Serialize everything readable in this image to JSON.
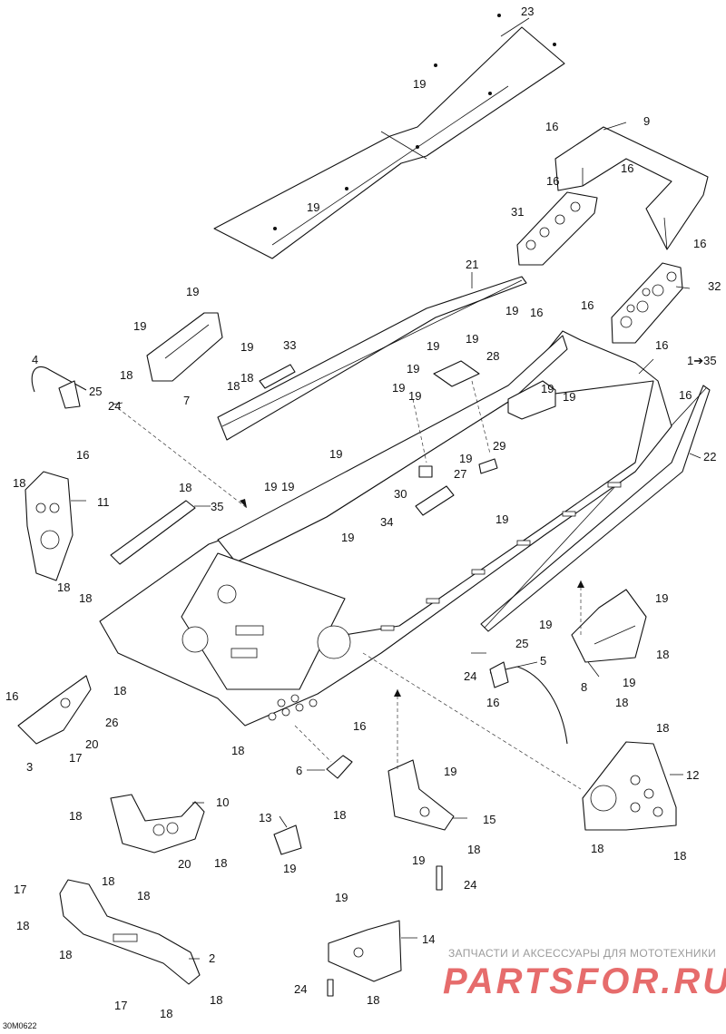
{
  "diagram": {
    "drawing_code": "30M0622",
    "callouts": {
      "c23": "23",
      "c19a": "19",
      "c19b": "19",
      "c9": "9",
      "c16a": "16",
      "c16b": "16",
      "c16c": "16",
      "c16d": "16",
      "c31": "31",
      "c32": "32",
      "c21": "21",
      "c16e": "16",
      "c16f": "16",
      "c19c": "19",
      "c19d": "19",
      "c18a": "18",
      "c18b": "18",
      "c7": "7",
      "c19e": "19",
      "c18c": "18",
      "c33": "33",
      "c19f": "19",
      "c19g": "19",
      "c28": "28",
      "c19h": "19",
      "c1to35": "1➔35",
      "c16g": "16",
      "c4": "4",
      "c25a": "25",
      "c24a": "24",
      "c16h": "16",
      "c19i": "19",
      "c19j": "19",
      "c19k": "19",
      "c19l": "19",
      "c22": "22",
      "c16i": "16",
      "c19m": "19",
      "c29": "29",
      "c27": "27",
      "c19n": "19",
      "c30": "30",
      "c34": "34",
      "c11": "11",
      "c18d": "18",
      "c18e": "18",
      "c35": "35",
      "c19o": "19",
      "c19p": "19",
      "c19q": "19",
      "c19r": "19",
      "c18f": "18",
      "c18g": "18",
      "c19s": "19",
      "c18h": "18",
      "c19t": "19",
      "c25b": "25",
      "c5": "5",
      "c24b": "24",
      "c8": "8",
      "c19u": "19",
      "c16j": "16",
      "c18i": "18",
      "c16k": "16",
      "c18j": "18",
      "c26": "26",
      "c20a": "20",
      "c3": "3",
      "c17a": "17",
      "c18k": "18",
      "c16l": "16",
      "c18l": "18",
      "c6": "6",
      "c18m": "18",
      "c12": "12",
      "c18n": "18",
      "c18o": "18",
      "c10": "10",
      "c18p": "18",
      "c20b": "20",
      "c18q": "18",
      "c13": "13",
      "c19v": "19",
      "c15": "15",
      "c19w": "19",
      "c18r": "18",
      "c24c": "24",
      "c17b": "17",
      "c18s": "18",
      "c18t": "18",
      "c2": "2",
      "c17c": "17",
      "c18u": "18",
      "c18v": "18",
      "c19x": "19",
      "c14": "14",
      "c24d": "24",
      "c18w": "18",
      "c18x": "18"
    }
  },
  "watermark": {
    "caption": "ЗАПЧАСТИ И АКСЕССУАРЫ ДЛЯ МОТОТЕХНИКИ",
    "logo": "PARTSFOR.RU"
  },
  "colors": {
    "ink": "#111111",
    "watermark_gray": "#9b9b9b",
    "watermark_red": "#e25353"
  }
}
